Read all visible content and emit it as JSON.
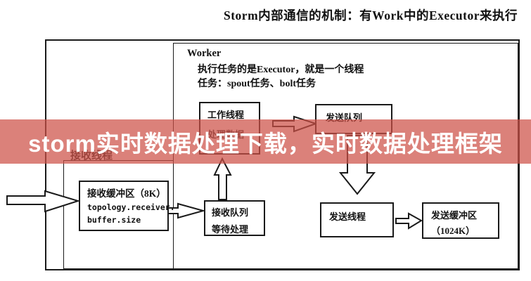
{
  "title": {
    "text": "Storm内部通信的机制：有Work中的Executor来执行"
  },
  "banner": {
    "text": "storm实时数据处理下载，实时数据处理框架",
    "bg_rgba": "rgba(205,80,70,0.72)",
    "text_color": "#ffffff"
  },
  "diagram": {
    "line_color": "#1a1a1a",
    "worker": {
      "label": "Worker",
      "desc1": "执行任务的是Executor，就是一个线程",
      "desc2": "任务：spout任务、bolt任务"
    },
    "recv_thread": {
      "label": "接收线程"
    },
    "boxes": {
      "worker_thread": {
        "line1": "工作线程",
        "line2": "处理数据"
      },
      "send_queue": {
        "label": "发送队列"
      },
      "recv_buffer": {
        "line1": "接收缓冲区（8K）",
        "line2": "topology.receiver.",
        "line3": "buffer.size"
      },
      "recv_queue": {
        "line1": "接收队列",
        "line2": "等待处理"
      },
      "send_thread": {
        "label": "发送线程"
      },
      "send_buffer": {
        "line1": "发送缓冲区",
        "line2": "（1024K）"
      }
    }
  }
}
